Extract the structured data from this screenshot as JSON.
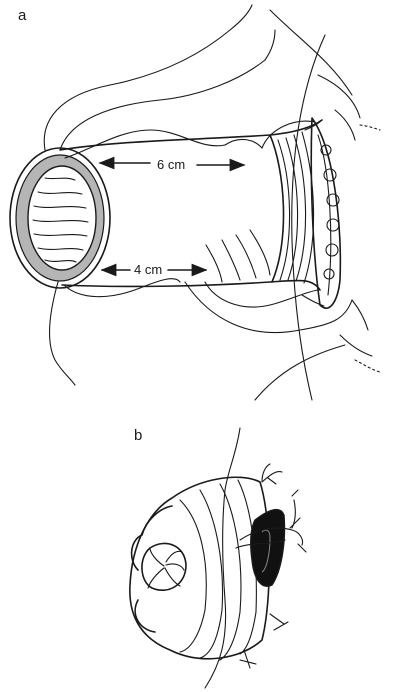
{
  "figure": {
    "panel_a": {
      "letter": "a",
      "measurements": [
        {
          "text": "6 cm"
        },
        {
          "text": "4 cm"
        }
      ]
    },
    "panel_b": {
      "letter": "b"
    }
  }
}
